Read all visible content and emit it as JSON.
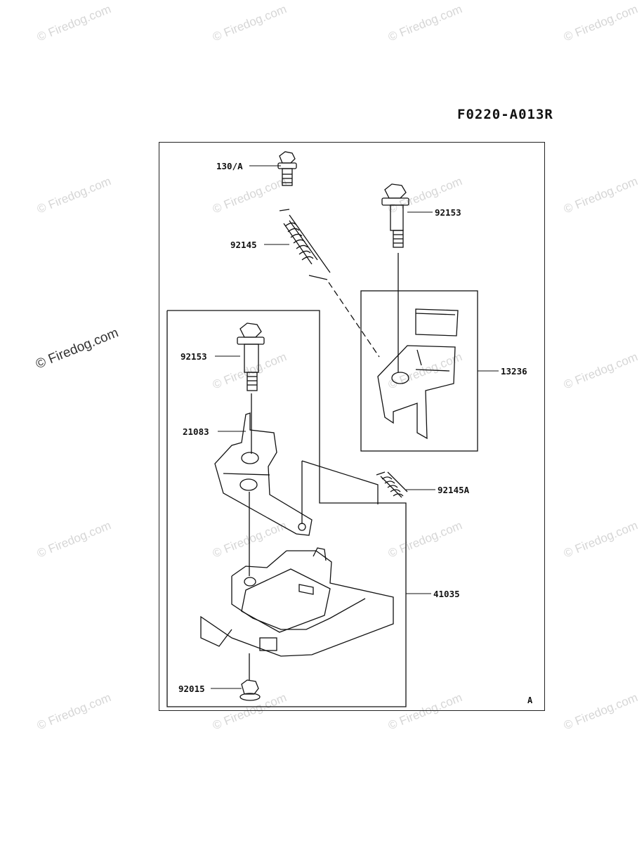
{
  "diagram_code": "F0220-A013R",
  "corner_letter": "A",
  "watermark": "© Firedog.com",
  "parts": [
    {
      "id": "p1",
      "label": "130/A"
    },
    {
      "id": "p2",
      "label": "92145"
    },
    {
      "id": "p3",
      "label": "92153"
    },
    {
      "id": "p4",
      "label": "13236"
    },
    {
      "id": "p5",
      "label": "92153"
    },
    {
      "id": "p6",
      "label": "21083"
    },
    {
      "id": "p7",
      "label": "92145A"
    },
    {
      "id": "p8",
      "label": "41035"
    },
    {
      "id": "p9",
      "label": "92015"
    }
  ]
}
